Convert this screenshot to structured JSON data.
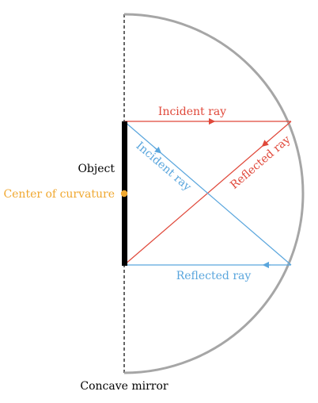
{
  "labels": {
    "incident_ray_red": "Incident ray",
    "incident_ray_blue": "Incident ray",
    "reflected_ray_red": "Reflected ray",
    "reflected_ray_blue": "Reflected ray",
    "object": "Object",
    "center_of_curvature": "Center of curvature",
    "concave_mirror": "Concave mirror"
  },
  "colors": {
    "mirror": "#a6a6a6",
    "red_ray": "#e0483a",
    "blue_ray": "#5aa6dd",
    "object": "#000000",
    "center_point": "#f0a830",
    "center_label": "#f0a830",
    "text": "#000000"
  }
}
